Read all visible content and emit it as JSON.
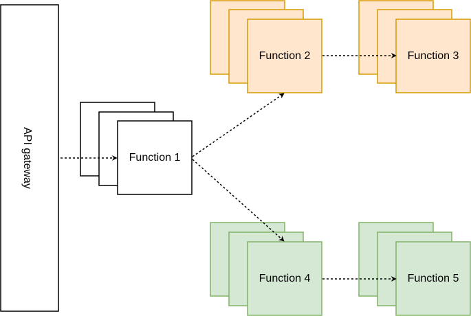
{
  "gateway": {
    "label": "API gateway",
    "fill": "#ffffff",
    "stroke": "#000000"
  },
  "functions": {
    "f1": {
      "label": "Function 1",
      "fill": "#ffffff",
      "stroke": "#000000"
    },
    "f2": {
      "label": "Function 2",
      "fill": "#ffe6cc",
      "stroke": "#d79b00"
    },
    "f3": {
      "label": "Function 3",
      "fill": "#ffe6cc",
      "stroke": "#d79b00"
    },
    "f4": {
      "label": "Function 4",
      "fill": "#d5e8d4",
      "stroke": "#82b366"
    },
    "f5": {
      "label": "Function 5",
      "fill": "#d5e8d4",
      "stroke": "#82b366"
    }
  },
  "connector_color": "#000000"
}
